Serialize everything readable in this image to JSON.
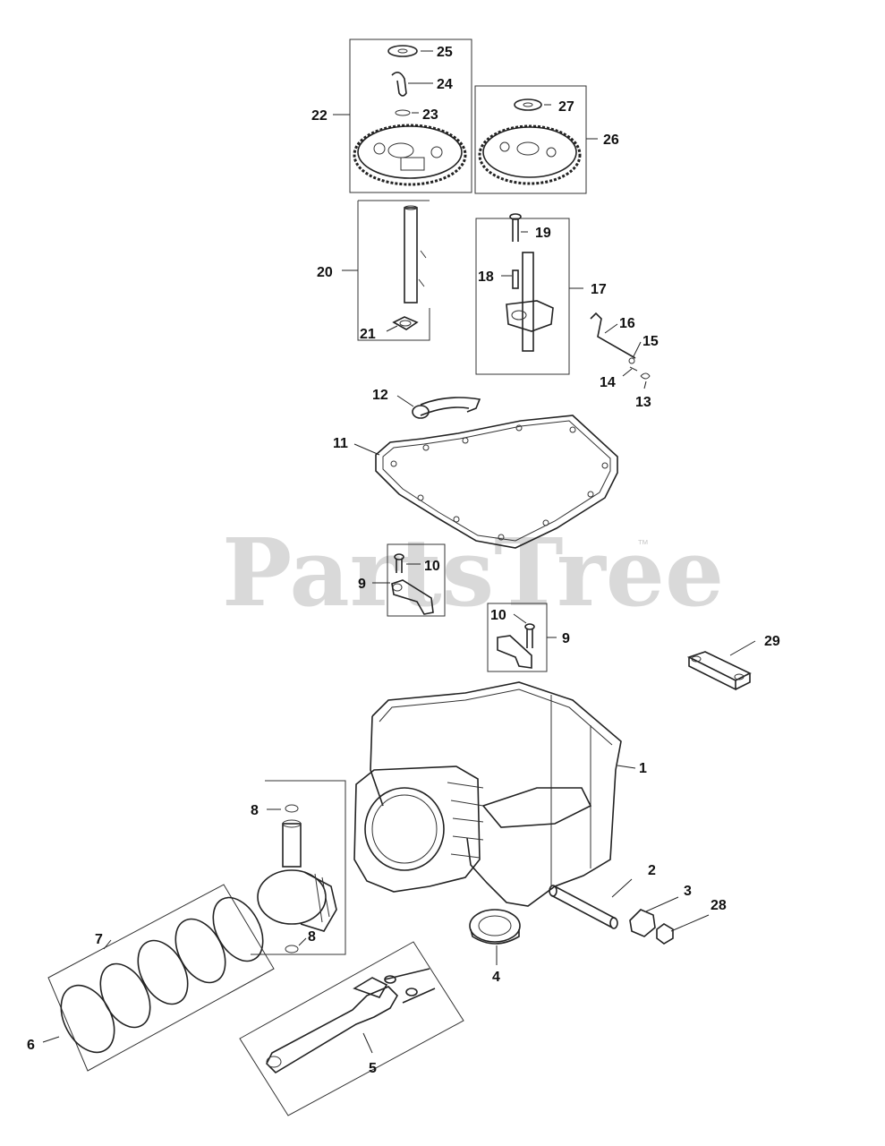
{
  "watermark": {
    "text": "PartsTree",
    "trademark": "™"
  },
  "callouts": [
    "1",
    "2",
    "3",
    "4",
    "5",
    "6",
    "7",
    "8",
    "9",
    "10",
    "11",
    "12",
    "13",
    "14",
    "15",
    "16",
    "17",
    "18",
    "19",
    "20",
    "21",
    "22",
    "23",
    "24",
    "25",
    "26",
    "27",
    "28",
    "29"
  ],
  "duplicate_callouts": {
    "8b": "8",
    "9b": "9",
    "10b": "10"
  }
}
